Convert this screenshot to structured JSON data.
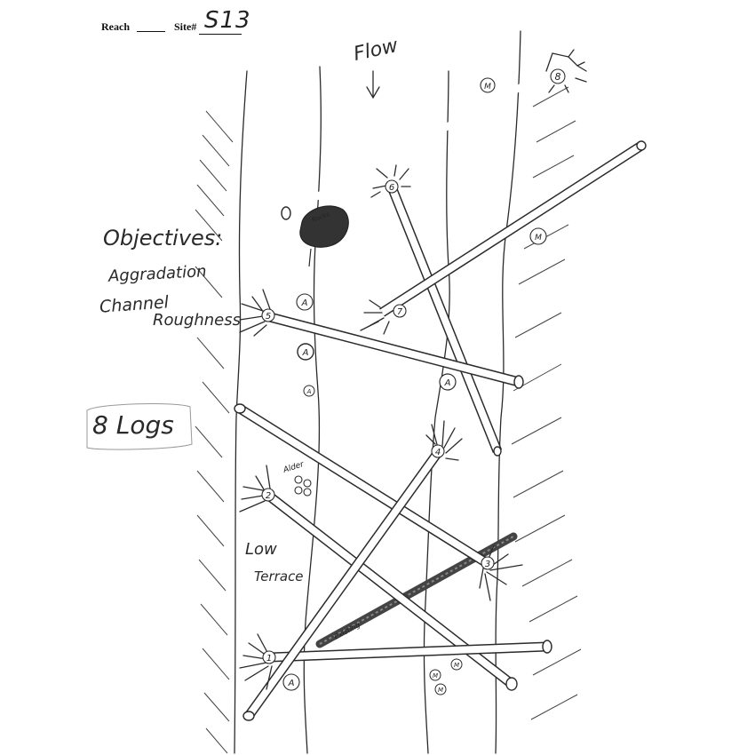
{
  "header": {
    "reach_label": "Reach",
    "reach_value": "",
    "site_label": "Site#",
    "site_value": "S13"
  },
  "flow_label": "Flow",
  "objectives": {
    "title": "Objectives:",
    "lines": [
      "Aggradation",
      "Channel",
      "Roughness"
    ]
  },
  "log_count": "8 Logs",
  "low_terrace": [
    "Low",
    "Terrace"
  ],
  "rocks_label": "Rocks",
  "alders_label": "Alder",
  "existing_label": "Existing",
  "signature": "",
  "logs": [
    {
      "id": "1",
      "label": "1"
    },
    {
      "id": "2",
      "label": "2"
    },
    {
      "id": "3",
      "label": "3"
    },
    {
      "id": "4",
      "label": "4"
    },
    {
      "id": "5",
      "label": "5"
    },
    {
      "id": "6",
      "label": "6"
    },
    {
      "id": "7",
      "label": "7"
    },
    {
      "id": "8",
      "label": "8"
    }
  ],
  "markers": {
    "anchor": "A",
    "manual": "M"
  },
  "colors": {
    "ink": "#2b2b2b",
    "rock": "#333333",
    "existing_log": "#444444"
  }
}
